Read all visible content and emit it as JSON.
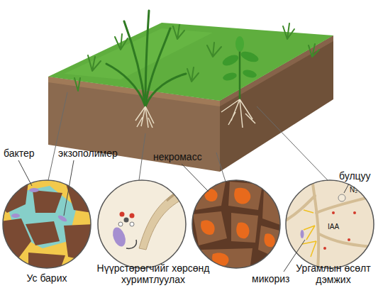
{
  "diagram": {
    "labels": [
      "бактер",
      "экзополимер",
      "некромасс",
      "булцуу",
      "N₂",
      "IAA",
      "Ус барих",
      "Нүүрстөрөгчийг хөрсөнд хуримтлуулах",
      "Ургамлын өсөлт дэмжих",
      "микориз"
    ]
  }
}
